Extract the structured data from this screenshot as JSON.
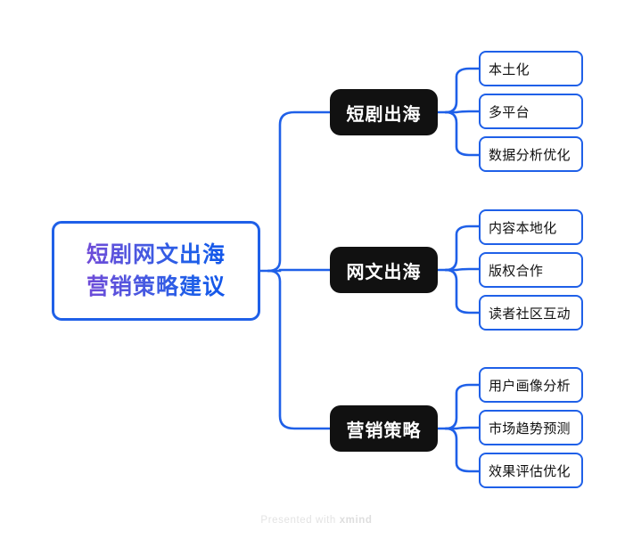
{
  "diagram": {
    "type": "mindmap",
    "background_color": "#ffffff",
    "accent_color": "#1f60e8",
    "branch_node_color": "#111111",
    "root": {
      "lines": [
        "短剧网文出海",
        "营销策略建议"
      ],
      "text_gradient_from": "#6f4bd8",
      "text_gradient_to": "#1356ea",
      "border_color": "#1f60e8"
    },
    "branches": [
      {
        "label": "短剧出海",
        "children": [
          {
            "label": "本土化"
          },
          {
            "label": "多平台"
          },
          {
            "label": "数据分析优化"
          }
        ]
      },
      {
        "label": "网文出海",
        "children": [
          {
            "label": "内容本地化"
          },
          {
            "label": "版权合作"
          },
          {
            "label": "读者社区互动"
          }
        ]
      },
      {
        "label": "营销策略",
        "children": [
          {
            "label": "用户画像分析"
          },
          {
            "label": "市场趋势预测"
          },
          {
            "label": "效果评估优化"
          }
        ]
      }
    ]
  },
  "footer": {
    "prefix": "Presented with ",
    "brand": "xmind"
  }
}
